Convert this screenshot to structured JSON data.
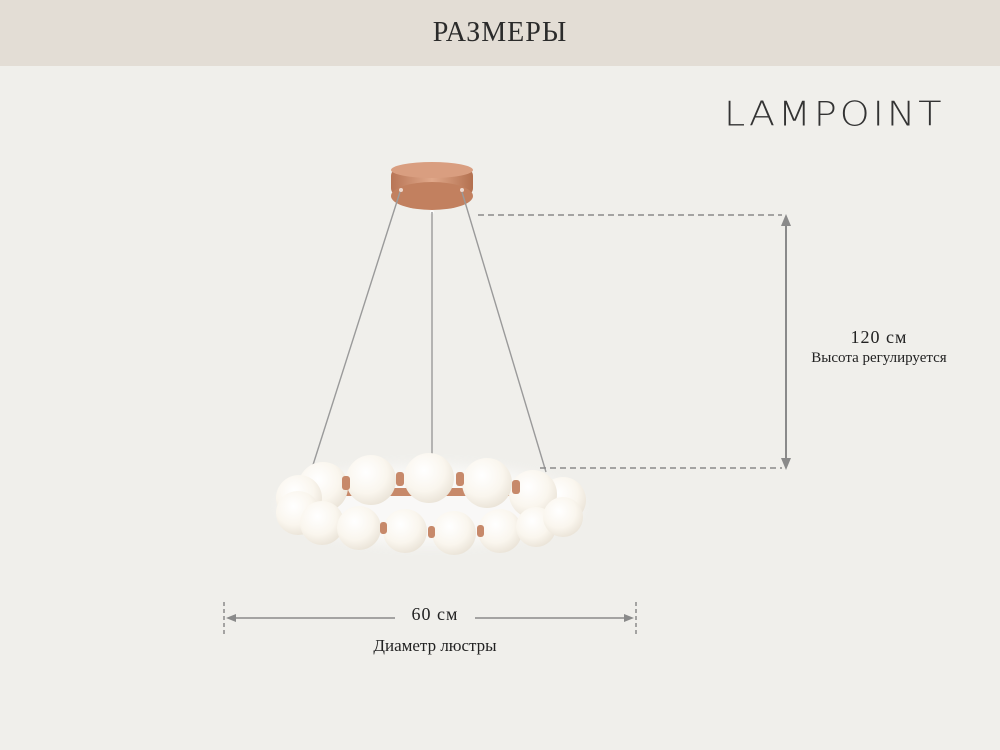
{
  "header": {
    "title": "РАЗМЕРЫ"
  },
  "brand": {
    "name": "LAMPOINT"
  },
  "dimensions": {
    "height": {
      "value": "120 см",
      "note": "Высота регулируется"
    },
    "width": {
      "value": "60 см",
      "note": "Диаметр люстры"
    }
  },
  "colors": {
    "header_bg": "#e3ddd5",
    "page_bg": "#f0efeb",
    "canopy": "#c98a6c",
    "globe": "#fbf8f1",
    "dimension_line": "#8a8a8a"
  }
}
